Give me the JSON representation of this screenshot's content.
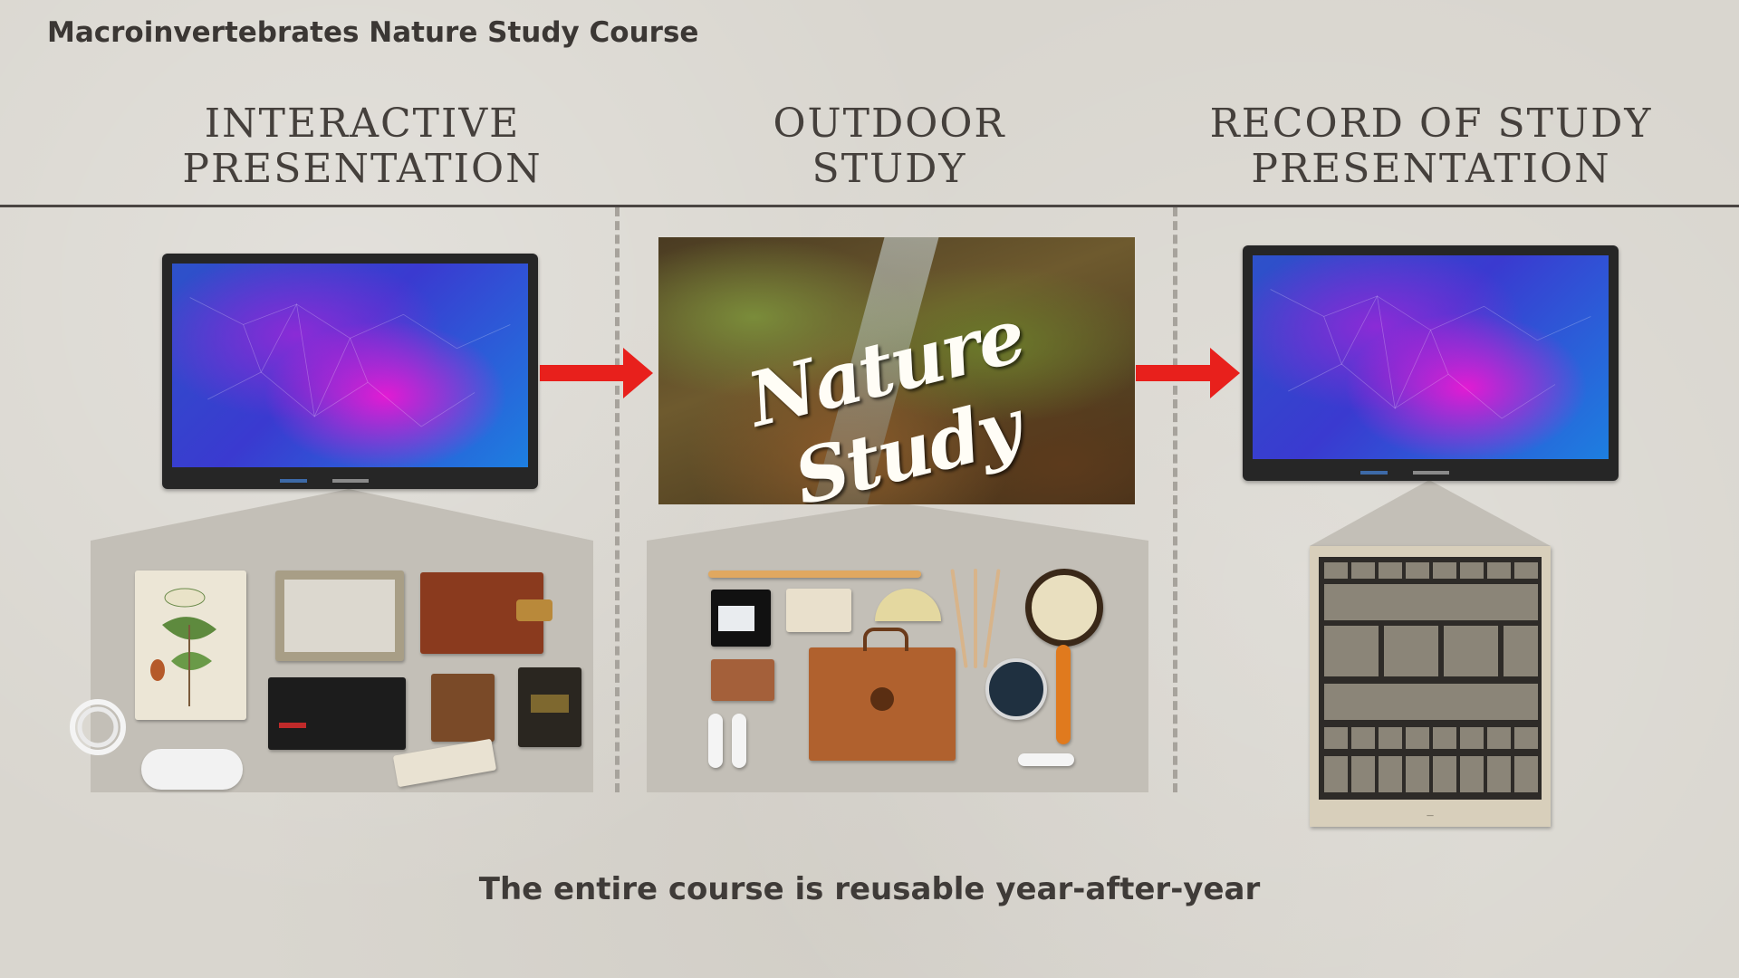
{
  "title": "Macroinvertebrates Nature Study Course",
  "columns": [
    {
      "heading_line1": "INTERACTIVE",
      "heading_line2": "PRESENTATION"
    },
    {
      "heading_line1": "OUTDOOR",
      "heading_line2": "STUDY"
    },
    {
      "heading_line1": "RECORD OF STUDY",
      "heading_line2": "PRESENTATION"
    }
  ],
  "nature_logo": "Nature Study",
  "footer": "The entire course is reusable year-after-year",
  "colors": {
    "arrow": "#e8201c",
    "background": "#d9d6cf",
    "tray": "#c3bfb7"
  }
}
